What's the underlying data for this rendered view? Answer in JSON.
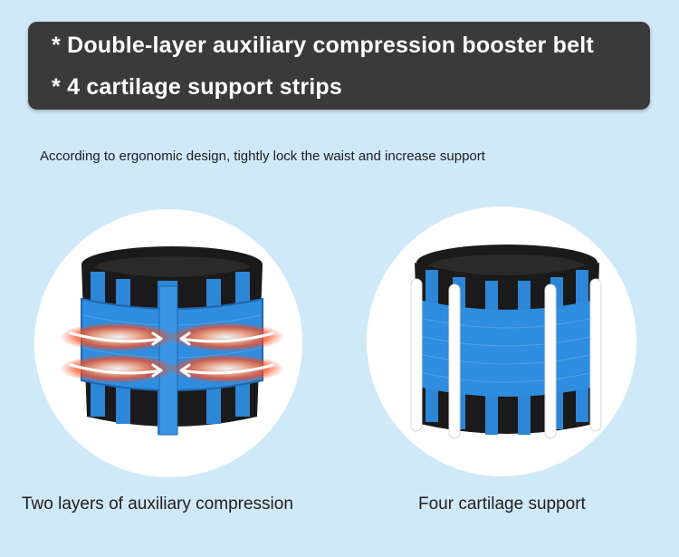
{
  "banner": {
    "line1": "* Double-layer auxiliary compression booster belt",
    "line2": "* 4 cartilage support strips"
  },
  "subtitle": "According to ergonomic design, tightly lock the waist and increase support",
  "captions": {
    "left": "Two layers of auxiliary compression",
    "right": "Four cartilage support"
  },
  "colors": {
    "background": "#cfe9f9",
    "banner": "#3a3a3a",
    "belt_blue": "#2d86d6",
    "belt_black": "#1a1a1a",
    "arrow_glow": "#ff5a2a",
    "strip_white": "#ffffff"
  }
}
